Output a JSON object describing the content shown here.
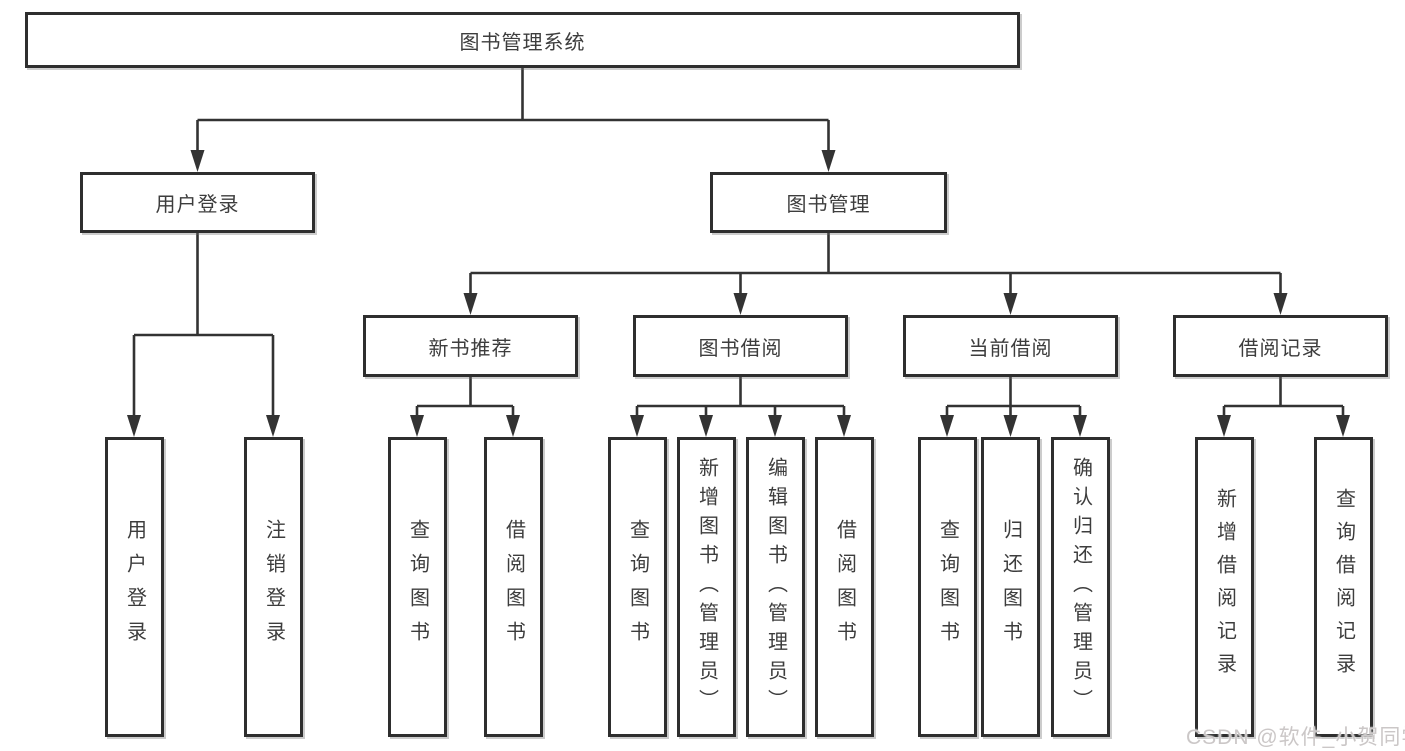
{
  "diagram": {
    "title": "图书管理系统",
    "root": {
      "label": "图书管理系统"
    },
    "level2": [
      {
        "label": "用户登录"
      },
      {
        "label": "图书管理"
      }
    ],
    "level3": [
      {
        "label": "新书推荐"
      },
      {
        "label": "图书借阅"
      },
      {
        "label": "当前借阅"
      },
      {
        "label": "借阅记录"
      }
    ],
    "leaves": [
      {
        "label": "用户登录"
      },
      {
        "label": "注销登录"
      },
      {
        "label": "查询图书"
      },
      {
        "label": "借阅图书"
      },
      {
        "label": "查询图书"
      },
      {
        "label": "新增图书（管理员）"
      },
      {
        "label": "编辑图书（管理员）"
      },
      {
        "label": "借阅图书"
      },
      {
        "label": "查询图书"
      },
      {
        "label": "归还图书"
      },
      {
        "label": "确认归还（管理员）"
      },
      {
        "label": "新增借阅记录"
      },
      {
        "label": "查询借阅记录"
      }
    ]
  },
  "watermark": {
    "text": "CSDN @软件_小贺同学"
  },
  "colors": {
    "border": "#2e2e2e",
    "line": "#333333",
    "text": "#3d3d3d",
    "watermark": "#cbc7c7",
    "background": "#ffffff"
  }
}
